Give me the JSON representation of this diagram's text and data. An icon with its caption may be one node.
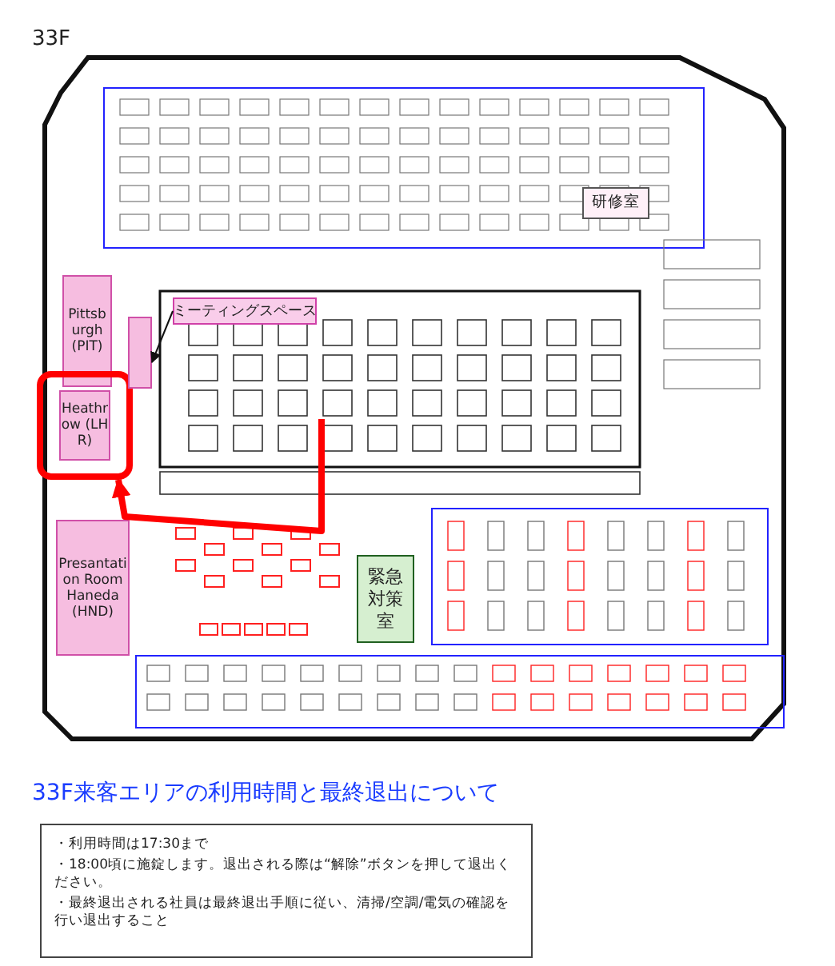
{
  "diagram": {
    "title": "33F",
    "nodes": [
      {
        "text": [
          "Pittsburgh (PIT)"
        ]
      },
      {
        "text": [],
        "shape": "box"
      },
      {
        "text": [
          "Heathrow (LHR)"
        ],
        "in": 1
      },
      {
        "text": [
          "Presantation Room Haneda (HND)"
        ]
      },
      {
        "text": [
          "ミーティングスペース"
        ]
      },
      {
        "text": [],
        "shape": "box"
      },
      {
        "text": [
          "緊急対策室"
        ]
      },
      {
        "text": [
          "研修室"
        ]
      }
    ],
    "edges": [
      {
        "from": 4,
        "to": 5,
        "arrow": "to"
      },
      {
        "from": null,
        "to": 1,
        "arrow": "to",
        "style": "thick",
        "color": "#ff0000"
      }
    ],
    "labels": [
      "33F来客エリアの利用時間と最終退出について",
      "・利用時間は17:30まで",
      "・18:00頃に施錠します。退出される際は“解除”ボタンを押して退出ください。",
      "・最終退出される社員は最終退出手順に従い、清掃/空調/電気の確認を行い退出すること"
    ]
  }
}
